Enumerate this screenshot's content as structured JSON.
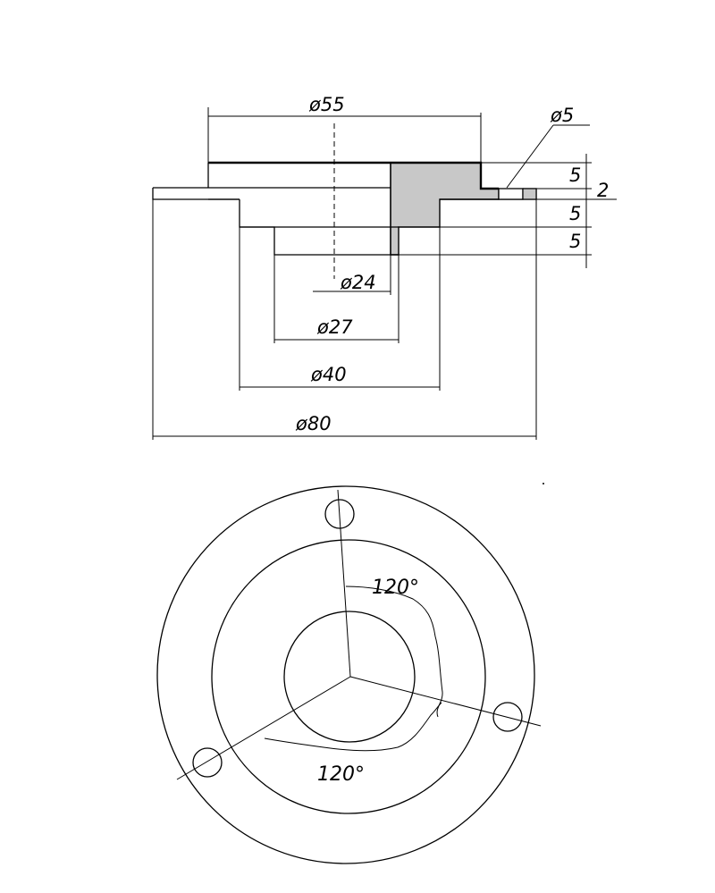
{
  "section_view": {
    "dimensions": {
      "d55": "ø55",
      "d5": "ø5",
      "d24": "ø24",
      "d27": "ø27",
      "d40": "ø40",
      "d80": "ø80",
      "h1": "5",
      "h2": "5",
      "h3": "5",
      "t": "2"
    }
  },
  "plan_view": {
    "angle_1": "120°",
    "angle_2": "120°"
  },
  "colors": {
    "line": "#000000",
    "hatch": "#c8c8c8",
    "background": "#ffffff"
  }
}
